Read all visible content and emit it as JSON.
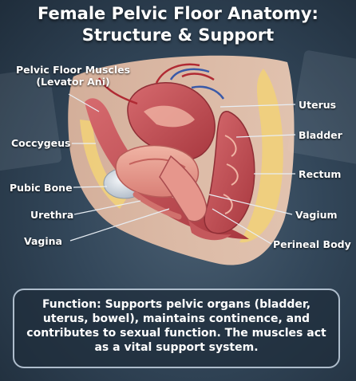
{
  "title": {
    "line1": "Female Pelvic Floor Anatomy:",
    "line2": "Structure & Support"
  },
  "labels": {
    "levator_line1": "Pelvic Floor Muscles",
    "levator_line2": "(Levator Ani)",
    "coccygeus": "Coccygeus",
    "pubic_bone": "Pubic Bone",
    "urethra": "Urethra",
    "vagina": "Vagina",
    "uterus": "Uterus",
    "bladder": "Bladder",
    "rectum": "Rectum",
    "vagium": "Vagium",
    "perineal_body": "Perineal Body"
  },
  "info_text": "Function: Supports pelvic organs (bladder, uterus, bowel), maintains continence, and contributes to sexual function. The muscles act as a vital support system.",
  "colors": {
    "background": "#2c3d4e",
    "muscle": "#c8585c",
    "tissue": "#e8a894",
    "fat": "#f1d07a",
    "bone": "#cfd8e2",
    "vessel_red": "#b02a33",
    "vessel_blue": "#3a5aa8",
    "text": "#ffffff"
  }
}
